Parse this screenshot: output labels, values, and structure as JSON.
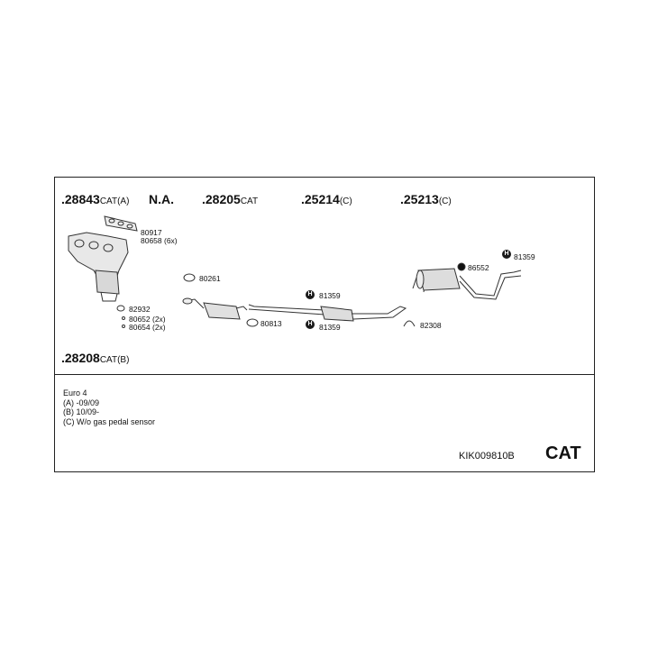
{
  "header": {
    "groups": [
      {
        "number": ".28843",
        "suffix": "CAT(A)"
      },
      {
        "number": "N.A.",
        "suffix": ""
      },
      {
        "number": ".28205",
        "suffix": "CAT"
      },
      {
        "number": ".25214",
        "suffix": "(C)"
      },
      {
        "number": ".25213",
        "suffix": "(C)"
      }
    ],
    "lower_group": {
      "number": ".28208",
      "suffix": "CAT(B)"
    }
  },
  "parts": {
    "p80917": "80917",
    "p80658": "80658 (6x)",
    "p82932": "82932",
    "p80652": "80652 (2x)",
    "p80654": "80654 (2x)",
    "p80261": "80261",
    "p80813": "80813",
    "p81359a": "81359",
    "p81359b": "81359",
    "p81359c": "81359",
    "p86552": "86552",
    "p82308": "82308"
  },
  "notes": {
    "line1": "Euro 4",
    "line2": "(A) -09/09",
    "line3": "(B) 10/09-",
    "line4": "(C) W/o gas pedal sensor"
  },
  "footer": {
    "kit_code": "KIK009810B",
    "category": "CAT"
  }
}
